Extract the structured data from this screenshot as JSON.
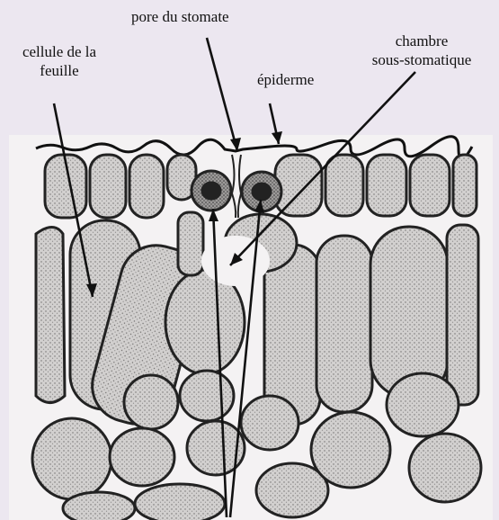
{
  "diagram": {
    "labels": {
      "pore": [
        "pore du stomate"
      ],
      "cellule": [
        "cellule de la",
        "feuille"
      ],
      "epiderme": [
        "épiderme"
      ],
      "chambre": [
        "chambre",
        "sous-stomatique"
      ]
    },
    "colors": {
      "background": "#ece7f0",
      "section": "#f4f2f3",
      "cell_fill": "#c9c7c6",
      "outline": "#222222"
    }
  }
}
